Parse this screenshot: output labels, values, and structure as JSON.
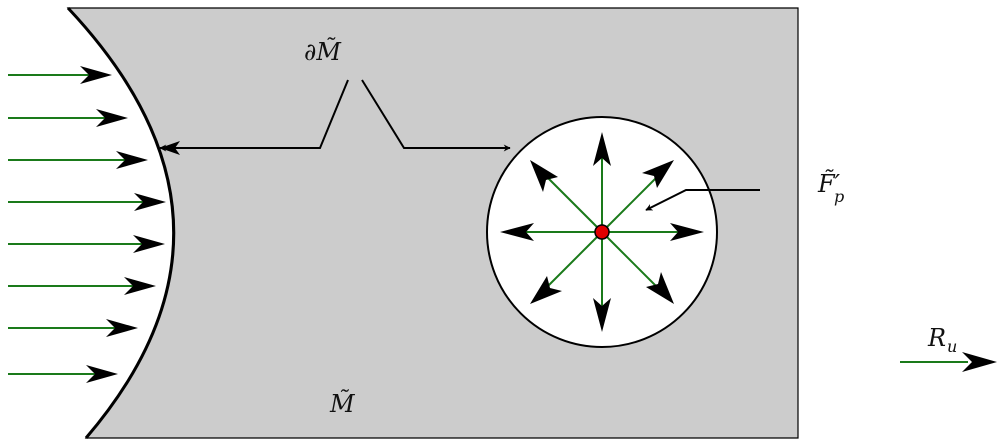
{
  "labels": {
    "boundary": "∂M̃",
    "domain": "M̃",
    "force_main": "F̃",
    "force_prime": "′",
    "force_sub": "p",
    "velocity_main": "R",
    "velocity_sub": "u"
  },
  "colors": {
    "domain_fill": "#cccccc",
    "outline": "#000000",
    "flow_arrow": "#1a7a1a",
    "source_point": "#e00000",
    "hole_fill": "#ffffff"
  }
}
